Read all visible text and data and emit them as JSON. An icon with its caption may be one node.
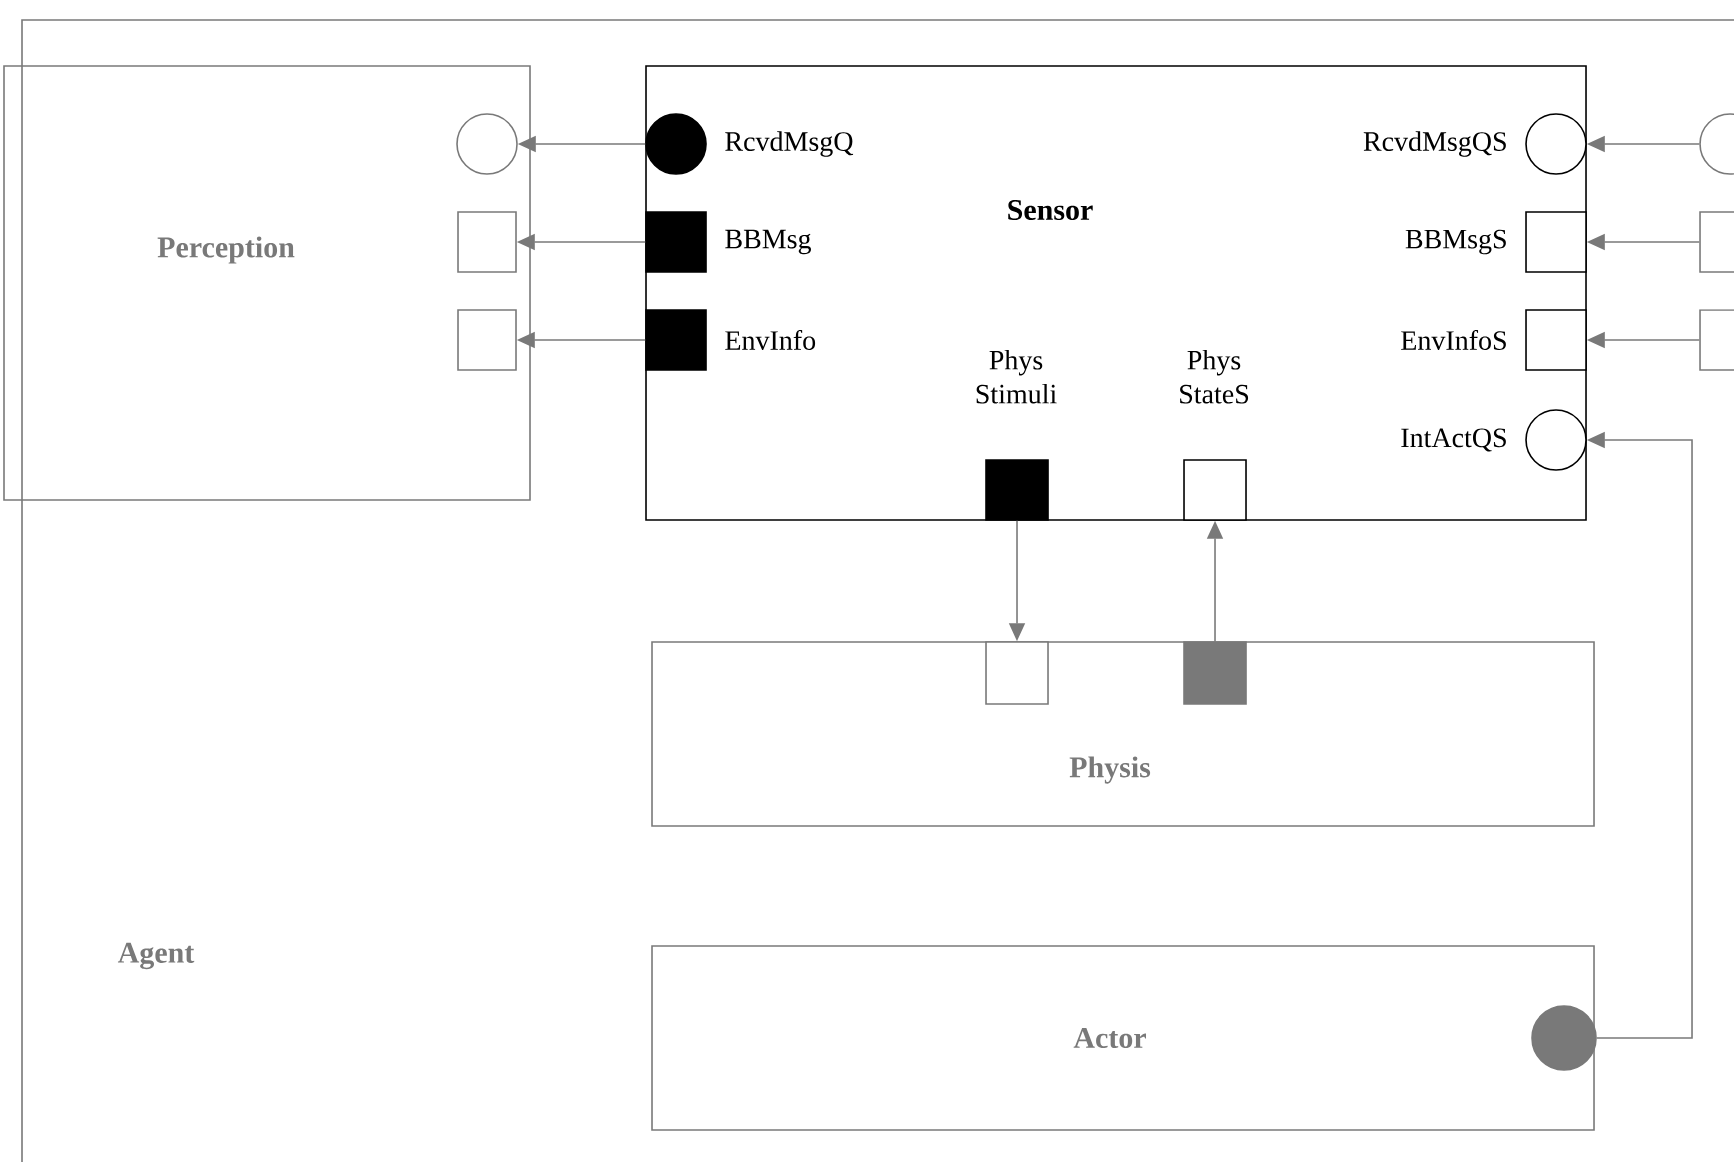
{
  "diagram": {
    "nodes": [
      {
        "text": [
          "Agent"
        ]
      },
      {
        "text": [
          "Perception"
        ],
        "in": 0
      },
      {
        "text": [
          "Sensor"
        ],
        "in": 0
      },
      {
        "text": [
          "Physis"
        ],
        "in": 0
      },
      {
        "text": [
          "Actor"
        ],
        "in": 0
      },
      {
        "text": [],
        "shape": "circle",
        "in": 1
      },
      {
        "text": [],
        "shape": "box",
        "in": 1
      },
      {
        "text": [],
        "shape": "box",
        "in": 1
      },
      {
        "text": [],
        "shape": "circle",
        "in": 2,
        "beside": [
          "RcvdMsgQ"
        ]
      },
      {
        "text": [],
        "shape": "box",
        "in": 2,
        "beside": [
          "BBMsg"
        ]
      },
      {
        "text": [],
        "shape": "box",
        "in": 2,
        "beside": [
          "EnvInfo"
        ]
      },
      {
        "text": [],
        "shape": "box",
        "in": 2,
        "beside": [
          "Phys Stimuli"
        ]
      },
      {
        "text": [],
        "shape": "box",
        "in": 2,
        "beside": [
          "Phys StateS"
        ]
      },
      {
        "text": [],
        "shape": "circle",
        "in": 2,
        "beside": [
          "RcvdMsgQS"
        ]
      },
      {
        "text": [],
        "shape": "box",
        "in": 2,
        "beside": [
          "BBMsgS"
        ]
      },
      {
        "text": [],
        "shape": "box",
        "in": 2,
        "beside": [
          "EnvInfoS"
        ]
      },
      {
        "text": [],
        "shape": "circle",
        "in": 2,
        "beside": [
          "IntActQS"
        ]
      },
      {
        "text": [],
        "shape": "circle",
        "in": 0
      },
      {
        "text": [],
        "shape": "box",
        "in": 0
      },
      {
        "text": [],
        "shape": "box",
        "in": 0
      },
      {
        "text": [],
        "shape": "box",
        "in": 3
      },
      {
        "text": [],
        "shape": "box",
        "in": 3
      },
      {
        "text": [],
        "shape": "circle",
        "in": 4
      }
    ],
    "edges": [
      {
        "from": 8,
        "to": 5,
        "arrow": "to"
      },
      {
        "from": 9,
        "to": 6,
        "arrow": "to"
      },
      {
        "from": 10,
        "to": 7,
        "arrow": "to"
      },
      {
        "from": 17,
        "to": 13,
        "arrow": "to"
      },
      {
        "from": 18,
        "to": 14,
        "arrow": "to"
      },
      {
        "from": 19,
        "to": 15,
        "arrow": "to"
      },
      {
        "from": 11,
        "to": 20,
        "arrow": "to"
      },
      {
        "from": 21,
        "to": 12,
        "arrow": "to"
      },
      {
        "from": 22,
        "to": 16,
        "arrow": "to"
      }
    ]
  }
}
